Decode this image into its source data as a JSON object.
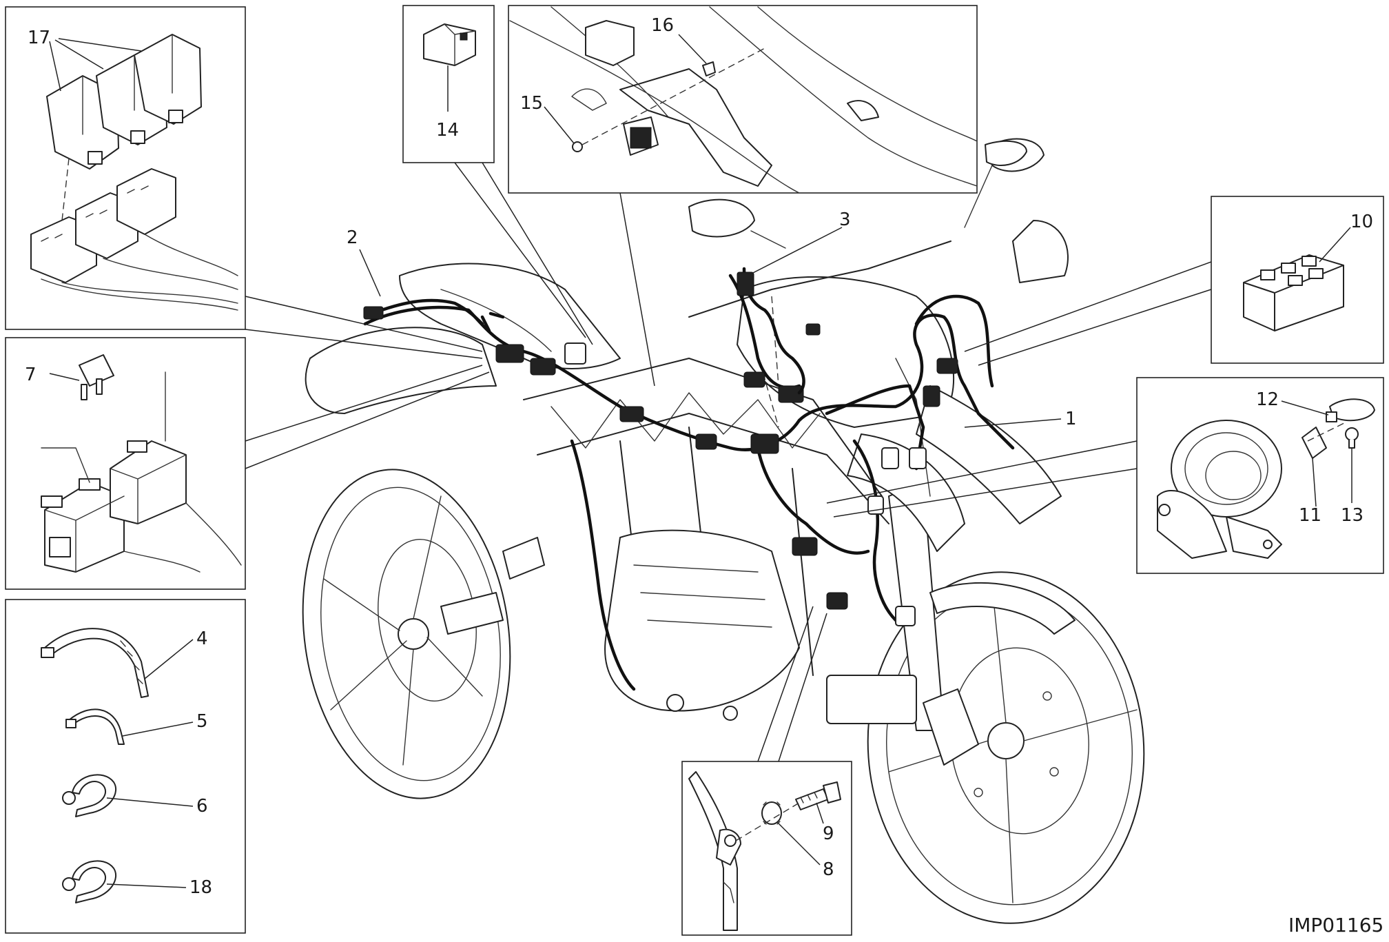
{
  "figure_code": "IMP01165",
  "callouts": {
    "c1": "1",
    "c2": "2",
    "c3": "3",
    "c4": "4",
    "c5": "5",
    "c6": "6",
    "c7": "7",
    "c8": "8",
    "c9": "9",
    "c10": "10",
    "c11": "11",
    "c12": "12",
    "c13": "13",
    "c14": "14",
    "c15": "15",
    "c16": "16",
    "c17": "17",
    "c18": "18"
  },
  "colors": {
    "line": "#222222",
    "background": "#ffffff"
  }
}
